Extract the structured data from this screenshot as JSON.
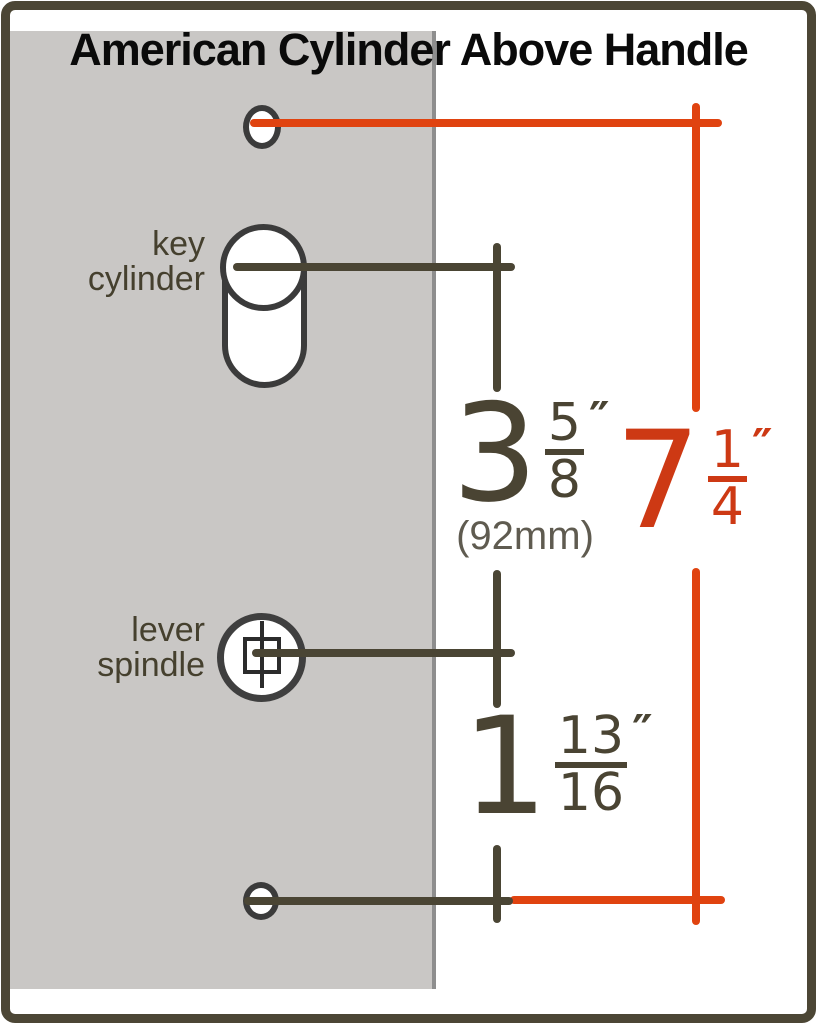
{
  "title": "American Cylinder Above Handle",
  "labels": {
    "key_cylinder": [
      "key",
      "cylinder"
    ],
    "lever_spindle": [
      "lever",
      "spindle"
    ]
  },
  "measurements": {
    "cylinder_to_spindle": {
      "whole": "3",
      "numerator": "5",
      "denominator": "8",
      "unit": "″",
      "metric": "(92mm)"
    },
    "spindle_to_bottom": {
      "whole": "1",
      "numerator": "13",
      "denominator": "16",
      "unit": "″"
    },
    "overall": {
      "whole": "7",
      "numerator": "1",
      "denominator": "4",
      "unit": "″"
    }
  },
  "colors": {
    "dimension_primary": "#4a4534",
    "dimension_accent": "#e04310",
    "accent_text": "#cd3914",
    "panel_gray": "#c9c7c5",
    "frame_border": "#4c4635",
    "title_text": "#0a0a0a",
    "metric_text": "#5f5b50"
  }
}
